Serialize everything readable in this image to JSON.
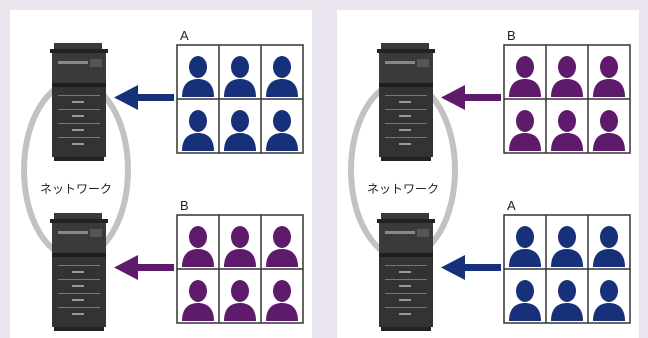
{
  "colors": {
    "background": "#ebe5f0",
    "panel": "#ffffff",
    "group_a": "#17307a",
    "group_a_light": "#3a62b8",
    "group_b": "#5e1a6b",
    "group_b_light": "#9a3cab",
    "network_ring": "#c2c2c2",
    "device_body": "#3a3a3a"
  },
  "panels": [
    {
      "network_label": "ネットワーク",
      "top": {
        "group": "A",
        "label": "A"
      },
      "bottom": {
        "group": "B",
        "label": "B"
      }
    },
    {
      "network_label": "ネットワーク",
      "top": {
        "group": "B",
        "label": "B"
      },
      "bottom": {
        "group": "A",
        "label": "A"
      }
    }
  ]
}
